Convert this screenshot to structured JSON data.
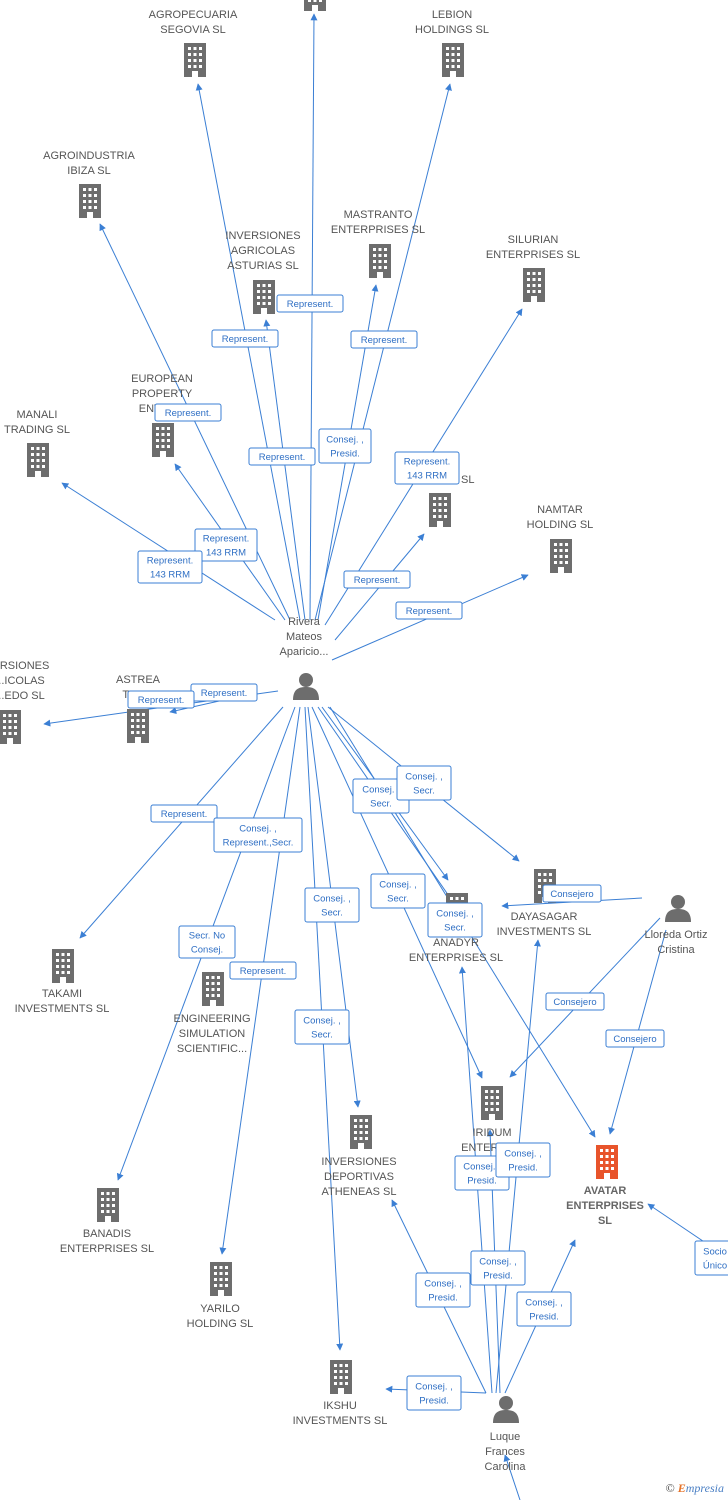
{
  "colors": {
    "edge": "#3b7fd4",
    "building": "#6d6d6d",
    "focus_building": "#e8542b",
    "person": "#6d6d6d"
  },
  "companies": [
    {
      "id": "c0",
      "lines": [
        ""
      ],
      "focus": false
    },
    {
      "id": "agropecuaria",
      "lines": [
        "AGROPECUARIA",
        "SEGOVIA  SL"
      ],
      "focus": false
    },
    {
      "id": "lebion",
      "lines": [
        "LEBION",
        "HOLDINGS SL"
      ],
      "focus": false
    },
    {
      "id": "agroindustria",
      "lines": [
        "AGROINDUSTRIA",
        "IBIZA  SL"
      ],
      "focus": false
    },
    {
      "id": "mastranto",
      "lines": [
        "MASTRANTO",
        "ENTERPRISES SL"
      ],
      "focus": false
    },
    {
      "id": "silurian",
      "lines": [
        "SILURIAN",
        "ENTERPRISES SL"
      ],
      "focus": false
    },
    {
      "id": "inv_asturias",
      "lines": [
        "INVERSIONES",
        "AGRICOLAS",
        "ASTURIAS  SL"
      ],
      "focus": false
    },
    {
      "id": "european",
      "lines": [
        "EUROPEAN",
        "PROPERTY",
        "ENTER..."
      ],
      "focus": false
    },
    {
      "id": "manali",
      "lines": [
        "MANALI",
        "TRADING SL"
      ],
      "focus": false
    },
    {
      "id": "hidden_sl",
      "lines": [
        "...S SL"
      ],
      "focus": false
    },
    {
      "id": "namtar",
      "lines": [
        "NAMTAR",
        "HOLDING SL"
      ],
      "focus": false
    },
    {
      "id": "inv_edo",
      "lines": [
        "...RSIONES",
        "...ICOLAS",
        "...EDO  SL"
      ],
      "focus": false
    },
    {
      "id": "astrea",
      "lines": [
        "ASTREA",
        "TRA..."
      ],
      "focus": false
    },
    {
      "id": "takami",
      "lines": [
        "TAKAMI",
        "INVESTMENTS SL"
      ],
      "focus": false
    },
    {
      "id": "engineering",
      "lines": [
        "ENGINEERING",
        "SIMULATION",
        "SCIENTIFIC..."
      ],
      "focus": false
    },
    {
      "id": "dayasagar",
      "lines": [
        "DAYASAGAR",
        "INVESTMENTS SL"
      ],
      "focus": false
    },
    {
      "id": "anadyr",
      "lines": [
        "ANADYR",
        "ENTERPRISES SL"
      ],
      "focus": false
    },
    {
      "id": "iridum",
      "lines": [
        "IRIDUM",
        "ENTERPR..."
      ],
      "focus": false
    },
    {
      "id": "avatar",
      "lines": [
        "AVATAR",
        "ENTERPRISES",
        "SL"
      ],
      "focus": true
    },
    {
      "id": "inv_atheneas",
      "lines": [
        "INVERSIONES",
        "DEPORTIVAS",
        "ATHENEAS  SL"
      ],
      "focus": false
    },
    {
      "id": "banadis",
      "lines": [
        "BANADIS",
        "ENTERPRISES SL"
      ],
      "focus": false
    },
    {
      "id": "yarilo",
      "lines": [
        "YARILO",
        "HOLDING SL"
      ],
      "focus": false
    },
    {
      "id": "ikshu",
      "lines": [
        "IKSHU",
        "INVESTMENTS SL"
      ],
      "focus": false
    }
  ],
  "persons": [
    {
      "id": "rivera",
      "lines": [
        "Rivera",
        "Mateos",
        "Aparicio..."
      ]
    },
    {
      "id": "lloreda",
      "lines": [
        "Lloreda Ortiz",
        "Cristina"
      ]
    },
    {
      "id": "luque",
      "lines": [
        "Luque",
        "Frances",
        "Carolina"
      ]
    }
  ],
  "edge_labels": [
    {
      "id": "l1",
      "lines": [
        "Represent."
      ]
    },
    {
      "id": "l2",
      "lines": [
        "Represent."
      ]
    },
    {
      "id": "l3",
      "lines": [
        "Represent."
      ]
    },
    {
      "id": "l4",
      "lines": [
        "Represent."
      ]
    },
    {
      "id": "l5",
      "lines": [
        "Represent."
      ]
    },
    {
      "id": "l6",
      "lines": [
        "Consej. ,",
        "Presid."
      ]
    },
    {
      "id": "l7",
      "lines": [
        "Represent.",
        "143 RRM"
      ]
    },
    {
      "id": "l8",
      "lines": [
        "Represent.",
        "143 RRM"
      ]
    },
    {
      "id": "l9",
      "lines": [
        "Represent.",
        "143 RRM"
      ]
    },
    {
      "id": "l10",
      "lines": [
        "Represent."
      ]
    },
    {
      "id": "l11",
      "lines": [
        "Represent."
      ]
    },
    {
      "id": "l12",
      "lines": [
        "Represent."
      ]
    },
    {
      "id": "l13",
      "lines": [
        "Represent."
      ]
    },
    {
      "id": "l14",
      "lines": [
        "Represent."
      ]
    },
    {
      "id": "l15",
      "lines": [
        "Consej. ,",
        "Secr."
      ]
    },
    {
      "id": "l16",
      "lines": [
        "Consej. ,",
        "Secr."
      ]
    },
    {
      "id": "l17",
      "lines": [
        "Consej. ,",
        "Represent.,Secr."
      ]
    },
    {
      "id": "l18",
      "lines": [
        "Consej. ,",
        "Secr."
      ]
    },
    {
      "id": "l19",
      "lines": [
        "Consej. ,",
        "Secr."
      ]
    },
    {
      "id": "l20",
      "lines": [
        "Consej. ,",
        "Secr."
      ]
    },
    {
      "id": "l21",
      "lines": [
        "Secr.  No",
        "Consej."
      ]
    },
    {
      "id": "l22",
      "lines": [
        "Represent."
      ]
    },
    {
      "id": "l23",
      "lines": [
        "Consej. ,",
        "Secr."
      ]
    },
    {
      "id": "l24",
      "lines": [
        "Consejero"
      ]
    },
    {
      "id": "l25",
      "lines": [
        "Consejero"
      ]
    },
    {
      "id": "l26",
      "lines": [
        "Consejero"
      ]
    },
    {
      "id": "l27",
      "lines": [
        "Consej. ,",
        "Presid."
      ]
    },
    {
      "id": "l28",
      "lines": [
        "Consej. ,",
        "Presid."
      ]
    },
    {
      "id": "l29",
      "lines": [
        "Consej. ,",
        "Presid."
      ]
    },
    {
      "id": "l30",
      "lines": [
        "Consej. ,",
        "Presid."
      ]
    },
    {
      "id": "l31",
      "lines": [
        "Consej. ,",
        "Presid."
      ]
    },
    {
      "id": "l32",
      "lines": [
        "Consej. ,",
        "Presid."
      ]
    },
    {
      "id": "l33",
      "lines": [
        "Socio",
        "Único"
      ]
    }
  ],
  "brand": {
    "copyright": "©",
    "first_letter": "E",
    "rest": "mpresia"
  }
}
